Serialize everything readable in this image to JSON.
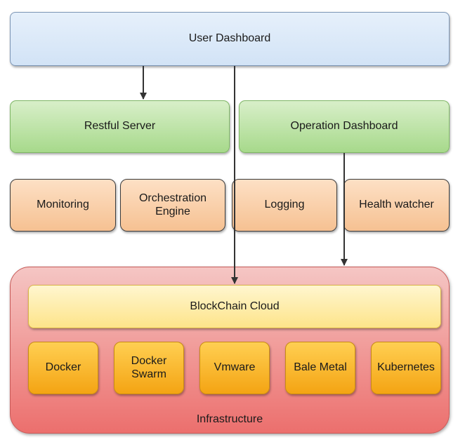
{
  "top": {
    "user_dashboard": "User Dashboard"
  },
  "servers": {
    "restful": "Restful Server",
    "operation": "Operation Dashboard"
  },
  "services": {
    "monitoring": "Monitoring",
    "orchestration": "Orchestration\nEngine",
    "logging": "Logging",
    "health": "Health watcher"
  },
  "infrastructure": {
    "label": "Infrastructure",
    "cloud": "BlockChain Cloud",
    "platforms": {
      "docker": "Docker",
      "swarm": "Docker\nSwarm",
      "vmware": "Vmware",
      "bale": "Bale Metal",
      "k8s": "Kubernetes"
    }
  },
  "colors": {
    "user_dashboard": "#dae8fc",
    "servers": "#d5e8d4",
    "services": "#ffe6cc",
    "infrastructure": "#f8cecc",
    "cloud": "#fff2cc",
    "platforms": "#ffcd28",
    "arrows": "#333333"
  }
}
